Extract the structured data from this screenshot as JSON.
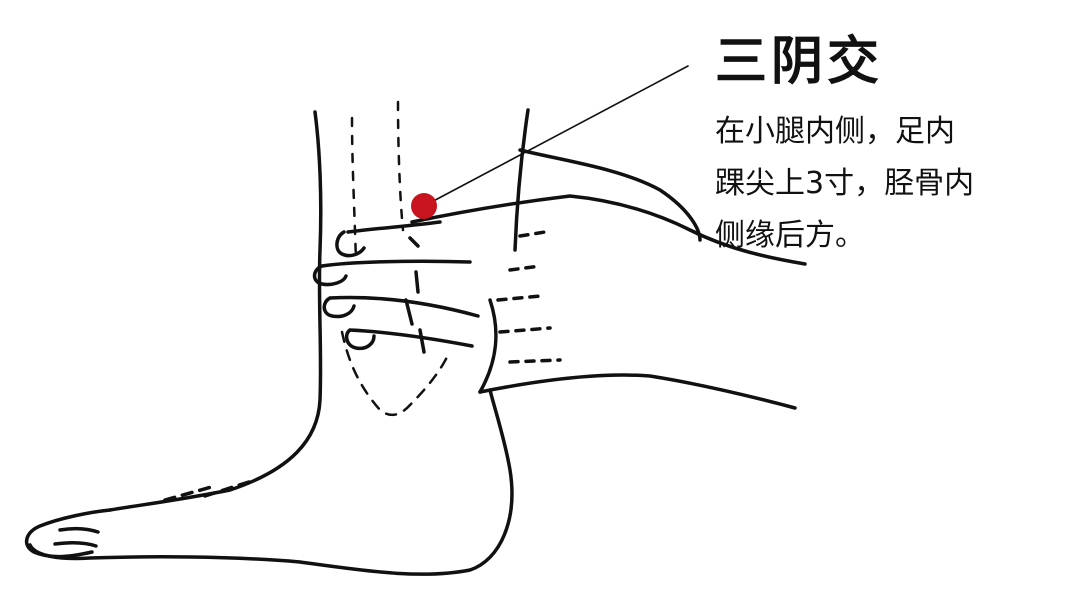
{
  "acupoint": {
    "name": "三阴交",
    "description_lines": [
      "在小腿内侧，足内",
      "踝尖上3寸，胫骨内",
      "侧缘后方。"
    ],
    "marker_color": "#c8141e"
  },
  "colors": {
    "ink": "#111111",
    "background": "#ffffff"
  }
}
